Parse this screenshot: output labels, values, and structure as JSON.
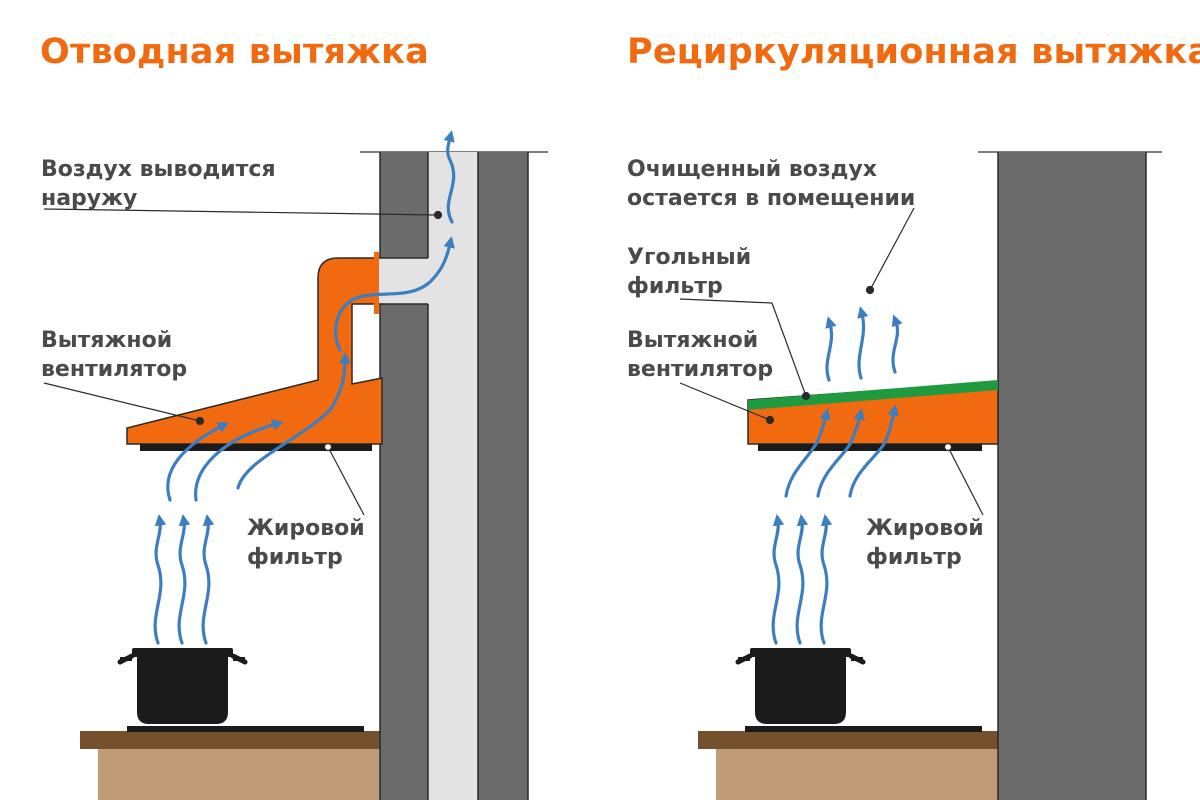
{
  "titles": {
    "left": "Отводная вытяжка",
    "right": "Рециркуляционная вытяжка"
  },
  "left_labels": {
    "air_out": [
      "Воздух выводится",
      "наружу"
    ],
    "fan": [
      "Вытяжной",
      "вентилятор"
    ],
    "grease_filter": [
      "Жировой",
      "фильтр"
    ]
  },
  "right_labels": {
    "clean_air": [
      "Очищенный воздух",
      "остается в помещении"
    ],
    "carbon_filter": [
      "Угольный",
      "фильтр"
    ],
    "fan": [
      "Вытяжной",
      "вентилятор"
    ],
    "grease_filter": [
      "Жировой",
      "фильтр"
    ]
  },
  "colors": {
    "orange": "#f26a10",
    "green": "#1f9a3e",
    "arrow_blue": "#3d7ec0",
    "wall": "#6b6b6b",
    "duct": "#e3e3e3",
    "counter_top": "#74502c",
    "counter_body": "#bf9b78",
    "label_text": "#4a4a4a",
    "pot": "#1b1b1b"
  }
}
